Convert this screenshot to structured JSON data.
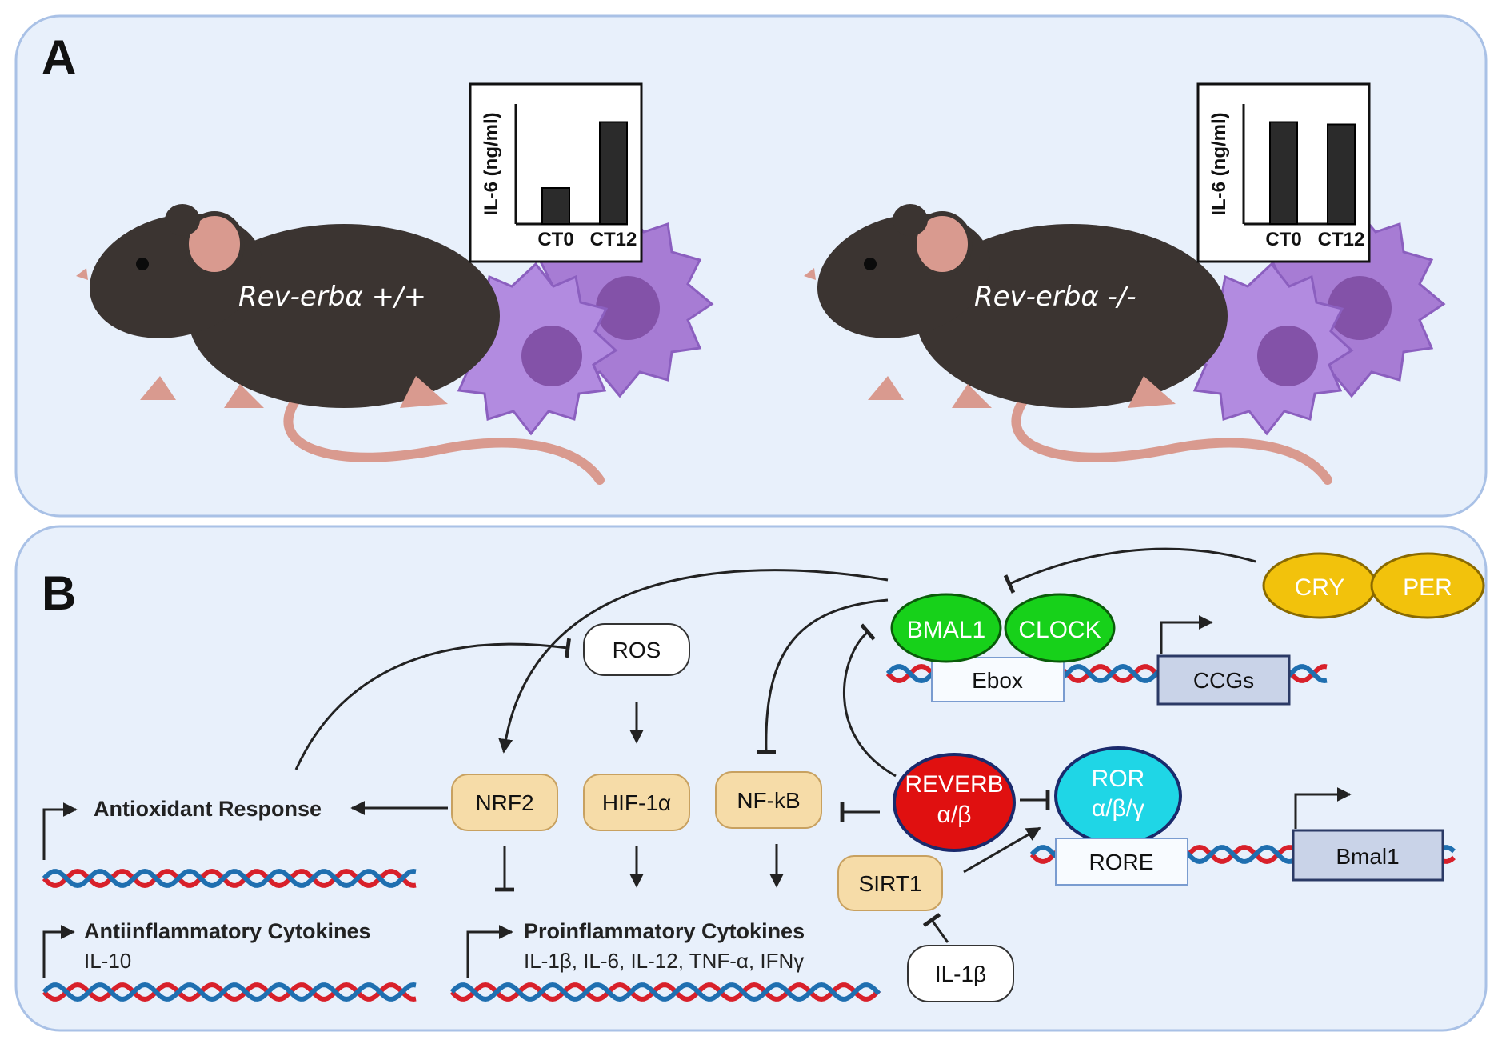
{
  "panels": {
    "a": {
      "letter": "A"
    },
    "b": {
      "letter": "B"
    }
  },
  "mice": [
    {
      "label": "Rev-erbα +/+",
      "chart": {
        "ylabel": "IL-6 (ng/ml)",
        "categories": [
          "CT0",
          "CT12"
        ],
        "values": [
          0.3,
          0.85
        ]
      }
    },
    {
      "label": "Rev-erbα -/-",
      "chart": {
        "ylabel": "IL-6 (ng/ml)",
        "categories": [
          "CT0",
          "CT12"
        ],
        "values": [
          0.85,
          0.83
        ]
      }
    }
  ],
  "chart_data": [
    {
      "type": "bar",
      "categories": [
        "CT0",
        "CT12"
      ],
      "values": [
        0.3,
        0.85
      ],
      "ylabel": "IL-6 (ng/ml)",
      "ylim": [
        0,
        1
      ]
    },
    {
      "type": "bar",
      "categories": [
        "CT0",
        "CT12"
      ],
      "values": [
        0.85,
        0.83
      ],
      "ylabel": "IL-6 (ng/ml)",
      "ylim": [
        0,
        1
      ]
    }
  ],
  "pathway": {
    "ros": "ROS",
    "nrf2": "NRF2",
    "hif1a": "HIF-1α",
    "nfkb": "NF-kB",
    "bmal1": "BMAL1",
    "clock": "CLOCK",
    "ebox": "Ebox",
    "ccgs": "CCGs",
    "cry": "CRY",
    "per": "PER",
    "reverb_name": "REVERB",
    "reverb_sub": "α/β",
    "ror_name": "ROR",
    "ror_sub": "α/β/γ",
    "rore": "RORE",
    "bmal1_gene": "Bmal1",
    "sirt1": "SIRT1",
    "il1b": "IL-1β",
    "antioxidant": "Antioxidant Response",
    "anti_cyto_title": "Antiinflammatory Cytokines",
    "anti_cyto_list": "IL-10",
    "pro_cyto_title": "Proinflammatory Cytokines",
    "pro_cyto_list": "IL-1β, IL-6, IL-12, TNF-α, IFNγ"
  },
  "colors": {
    "panel_bg": "#e8f0fb",
    "panel_border": "#a9c1e6",
    "bmal1_clock": "#17d11a",
    "cry_per": "#f2c20c",
    "reverb": "#e01010",
    "ror": "#1fd6e6",
    "node_tan": "#f6dca8",
    "dna_red": "#d8202a",
    "dna_blue": "#1f6fb0",
    "mouse": "#3b3431",
    "mouse_pink": "#d99a8f",
    "macrophage": "#a77cd4"
  }
}
